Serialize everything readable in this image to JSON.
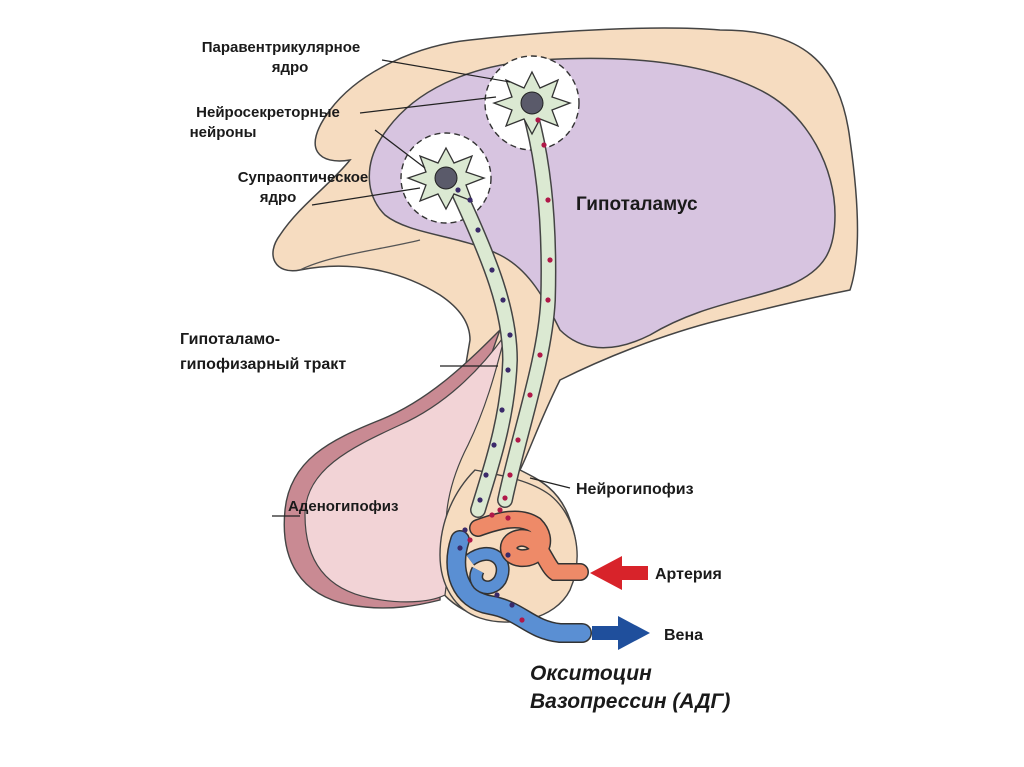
{
  "labels": {
    "paraventricular_1": "Паравентрикулярное",
    "paraventricular_2": "ядро",
    "neurosecretory_1": "Нейросекреторные",
    "neurosecretory_2": "нейроны",
    "supraoptic_1": "Супраоптическое",
    "supraoptic_2": "ядро",
    "hypothalamus": "Гипоталамус",
    "tract_1": "Гипоталамо-",
    "tract_2": "гипофизарный тракт",
    "neurohypophysis": "Нейрогипофиз",
    "adenohypophysis": "Аденогипофиз",
    "artery": "Артерия",
    "vein": "Вена",
    "hormone_1": "Окситоцин",
    "hormone_2": "Вазопрессин (АДГ)"
  },
  "colors": {
    "hypothalamus": "#d7c4e0",
    "tissue": "#f6dcc0",
    "tract": "#dbe9d2",
    "adenohypophysis": "#f2d3d6",
    "adeno_rim": "#c98a93",
    "artery": "#ee8a68",
    "artery_arrow": "#d8232a",
    "vein": "#5a8fd3",
    "vein_arrow": "#1f4f9c",
    "granule_dark": "#3a2a6a",
    "granule_red": "#b01848"
  },
  "icons": {
    "artery_arrow": "arrow-left",
    "vein_arrow": "arrow-right"
  }
}
